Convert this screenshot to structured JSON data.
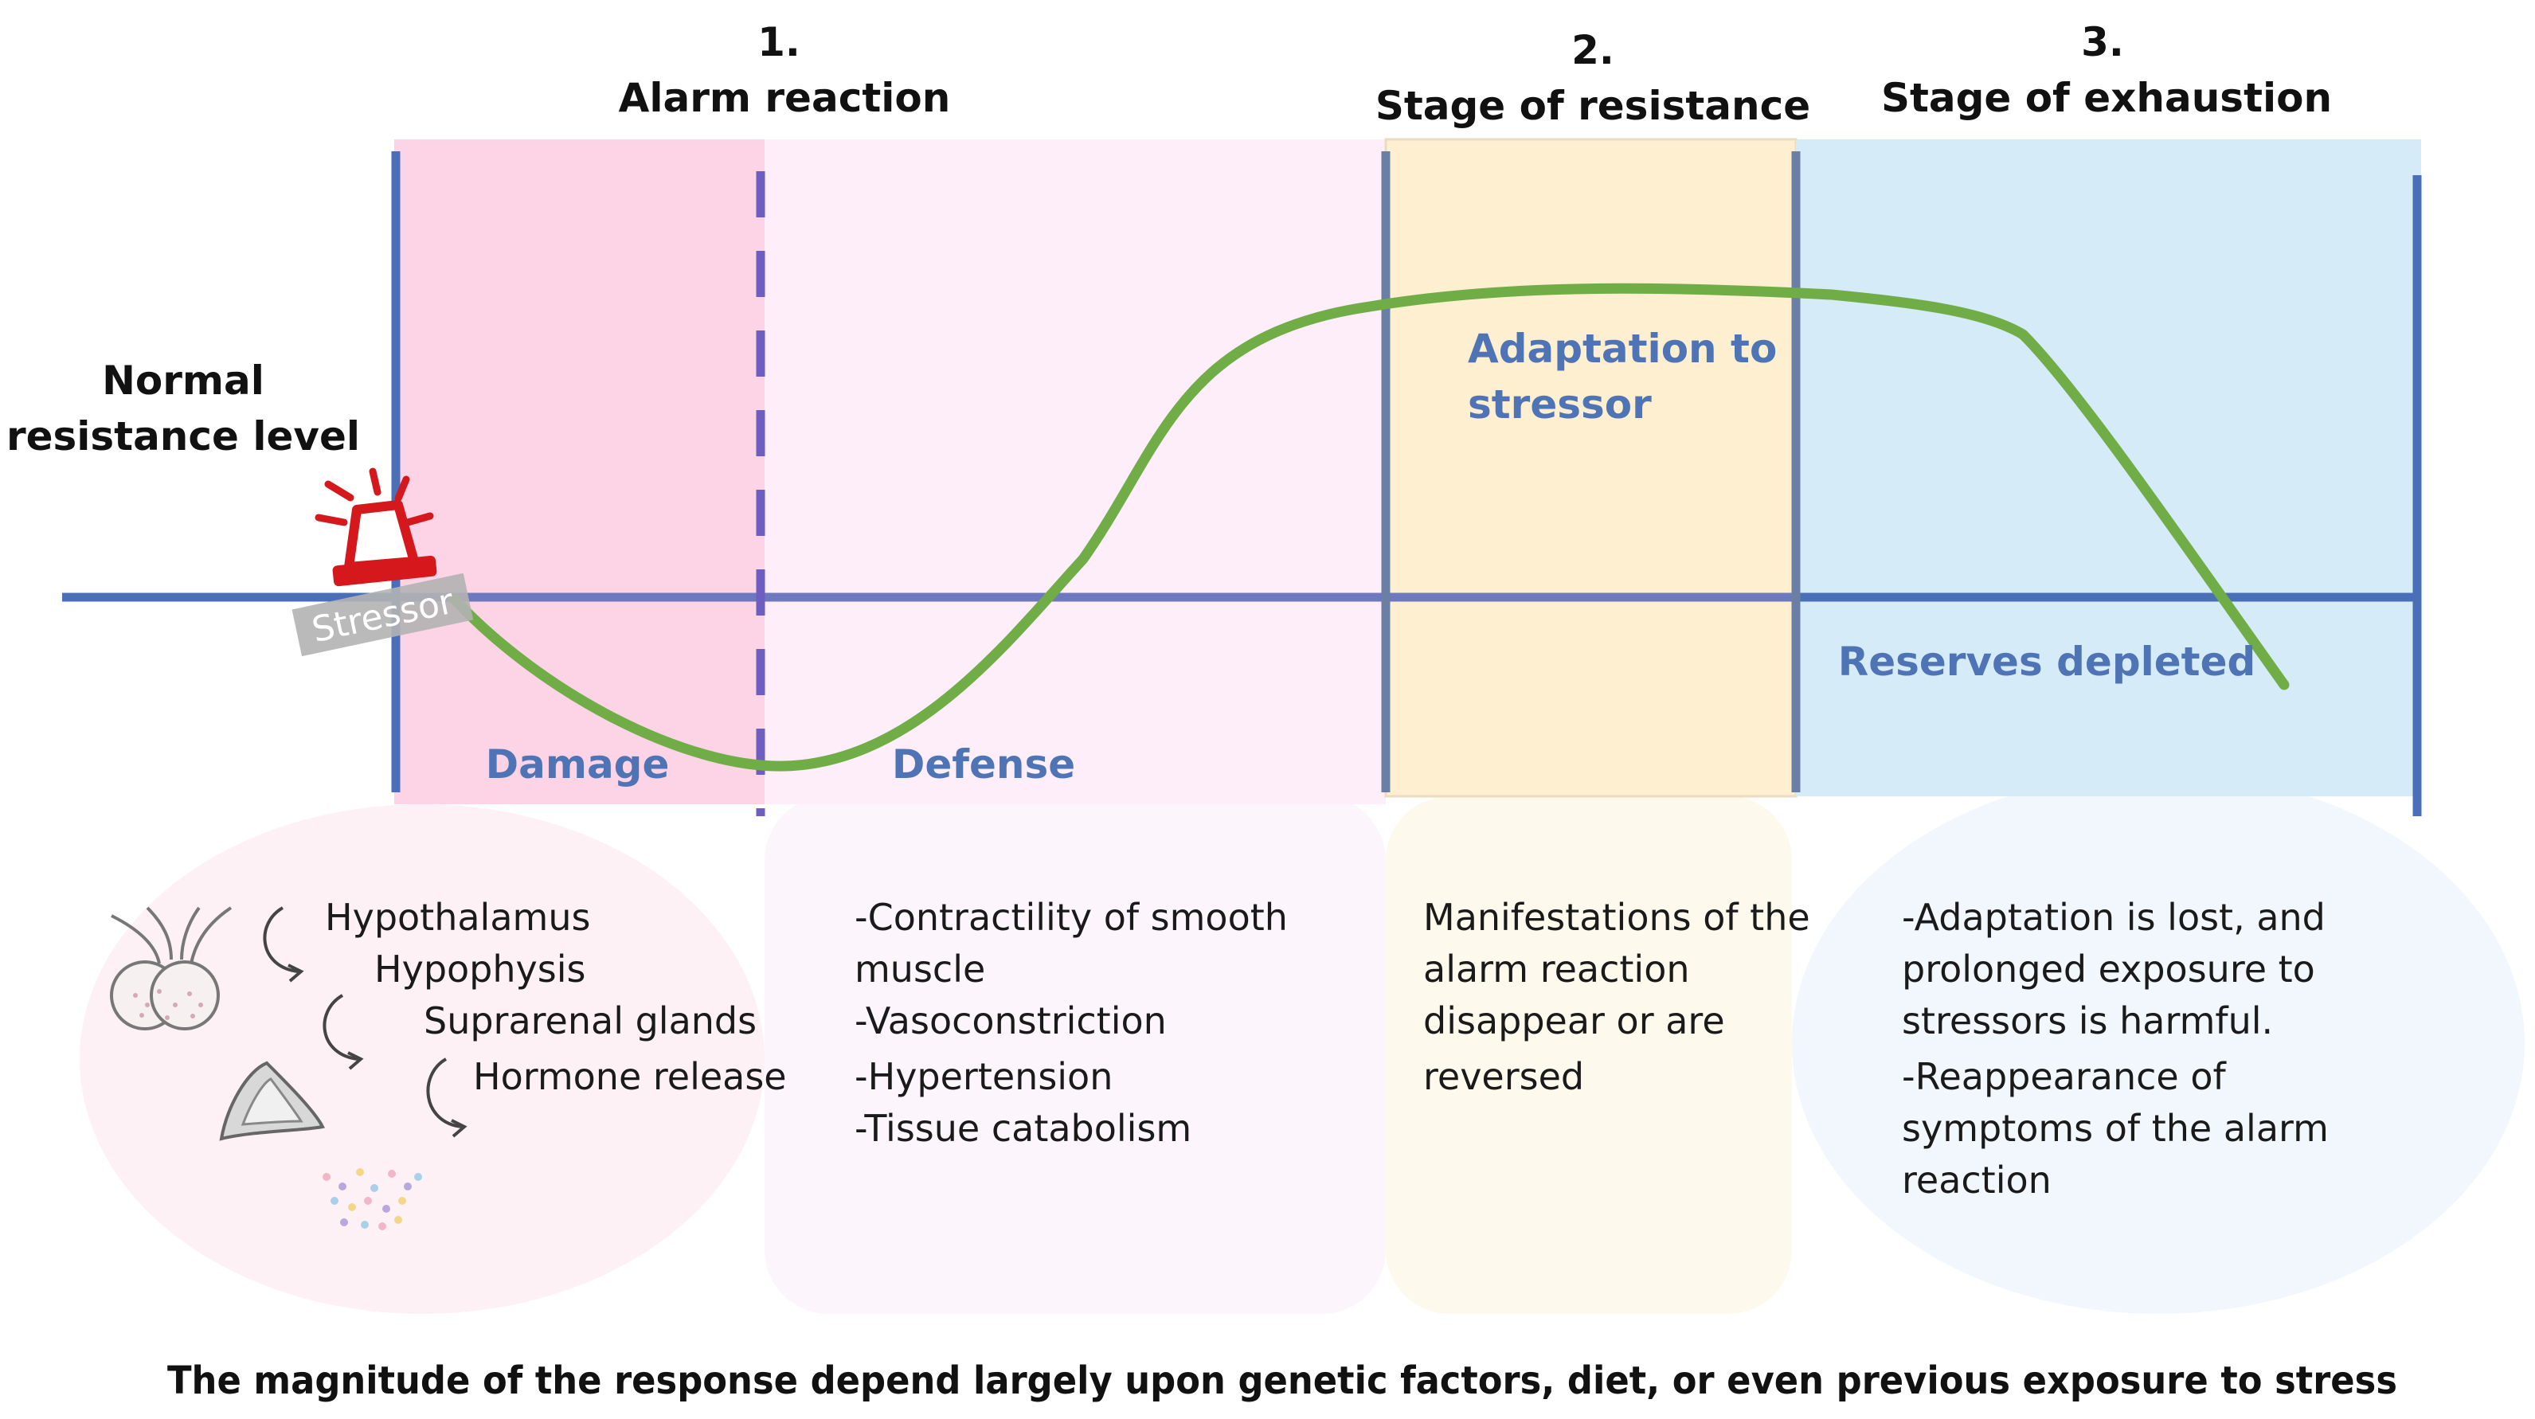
{
  "stages": [
    {
      "number": "1.",
      "title": "Alarm reaction"
    },
    {
      "number": "2.",
      "title": "Stage of resistance"
    },
    {
      "number": "3.",
      "title": "Stage of exhaustion"
    }
  ],
  "normal_level_label": [
    "Normal",
    "resistance level"
  ],
  "stressor_label": "Stressor",
  "zone_labels": {
    "damage": "Damage",
    "defense": "Defense",
    "adaptation": [
      "Adaptation to",
      "stressor"
    ],
    "reserves": "Reserves depleted"
  },
  "alarm_chain": [
    "Hypothalamus",
    "Hypophysis",
    "Suprarenal glands",
    "Hormone release"
  ],
  "defense_lines": [
    "-Contractility of smooth",
    "muscle",
    "-Vasoconstriction",
    "-Hypertension",
    "-Tissue catabolism"
  ],
  "resistance_lines": [
    "Manifestations of the",
    "alarm reaction",
    "disappear or are",
    "reversed"
  ],
  "exhaustion_lines": [
    "-Adaptation is lost, and",
    "prolonged exposure to",
    "stressors is harmful.",
    "-Reappearance of",
    "symptoms of the alarm",
    "reaction"
  ],
  "footer": "The magnitude of the response depend largely upon genetic factors, diet, or even previous exposure to stress",
  "colors": {
    "damage_band": "#fcd4e6",
    "defense_band": "#fdeefa",
    "resistance_band": "#fdefd0",
    "exhaustion_band": "#d6ebf8",
    "axis_blue": "#4a6fb8",
    "curve_green": "#70ad47",
    "label_blue": "#4f74b6",
    "siren_red": "#d4181c"
  }
}
